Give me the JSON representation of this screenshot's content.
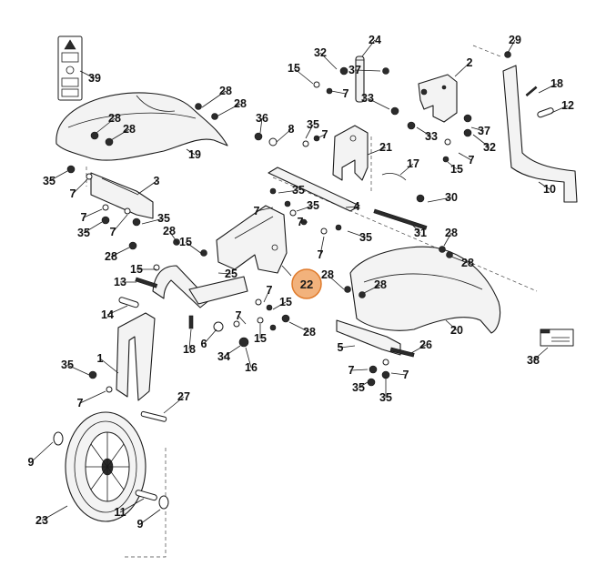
{
  "highlighted_part": "22",
  "colors": {
    "highlight_fill": "#f2b27c",
    "highlight_stroke": "#e07b2c",
    "line": "#1a1a1a"
  },
  "labels": [
    {
      "id": "l0",
      "text": "39"
    },
    {
      "id": "l1",
      "text": "28"
    },
    {
      "id": "l2",
      "text": "28"
    },
    {
      "id": "l3",
      "text": "28"
    },
    {
      "id": "l4",
      "text": "28"
    },
    {
      "id": "l5",
      "text": "19"
    },
    {
      "id": "l6",
      "text": "35"
    },
    {
      "id": "l7",
      "text": "7"
    },
    {
      "id": "l8",
      "text": "3"
    },
    {
      "id": "l9",
      "text": "7"
    },
    {
      "id": "l10",
      "text": "35"
    },
    {
      "id": "l11",
      "text": "7"
    },
    {
      "id": "l12",
      "text": "35"
    },
    {
      "id": "l13",
      "text": "28"
    },
    {
      "id": "l14",
      "text": "15"
    },
    {
      "id": "l15",
      "text": "28"
    },
    {
      "id": "l16",
      "text": "15"
    },
    {
      "id": "l17",
      "text": "13"
    },
    {
      "id": "l18",
      "text": "25"
    },
    {
      "id": "l19",
      "text": "14"
    },
    {
      "id": "l20",
      "text": "1"
    },
    {
      "id": "l21",
      "text": "18"
    },
    {
      "id": "l22",
      "text": "6"
    },
    {
      "id": "l23",
      "text": "34"
    },
    {
      "id": "l24",
      "text": "16"
    },
    {
      "id": "l25",
      "text": "15"
    },
    {
      "id": "l26",
      "text": "28"
    },
    {
      "id": "l27",
      "text": "7"
    },
    {
      "id": "l28",
      "text": "7"
    },
    {
      "id": "l29",
      "text": "15"
    },
    {
      "id": "l30",
      "text": "35"
    },
    {
      "id": "l31",
      "text": "7"
    },
    {
      "id": "l32",
      "text": "27"
    },
    {
      "id": "l33",
      "text": "9"
    },
    {
      "id": "l34",
      "text": "23"
    },
    {
      "id": "l35",
      "text": "11"
    },
    {
      "id": "l36",
      "text": "9"
    },
    {
      "id": "l37",
      "text": "32"
    },
    {
      "id": "l38",
      "text": "24"
    },
    {
      "id": "l39",
      "text": "15"
    },
    {
      "id": "l40",
      "text": "7"
    },
    {
      "id": "l41",
      "text": "37"
    },
    {
      "id": "l42",
      "text": "2"
    },
    {
      "id": "l43",
      "text": "33"
    },
    {
      "id": "l44",
      "text": "36"
    },
    {
      "id": "l45",
      "text": "8"
    },
    {
      "id": "l46",
      "text": "35"
    },
    {
      "id": "l47",
      "text": "7"
    },
    {
      "id": "l48",
      "text": "33"
    },
    {
      "id": "l49",
      "text": "37"
    },
    {
      "id": "l50",
      "text": "32"
    },
    {
      "id": "l51",
      "text": "21"
    },
    {
      "id": "l52",
      "text": "15"
    },
    {
      "id": "l53",
      "text": "7"
    },
    {
      "id": "l54",
      "text": "17"
    },
    {
      "id": "l55",
      "text": "29"
    },
    {
      "id": "l56",
      "text": "18"
    },
    {
      "id": "l57",
      "text": "12"
    },
    {
      "id": "l58",
      "text": "10"
    },
    {
      "id": "l59",
      "text": "35"
    },
    {
      "id": "l60",
      "text": "7"
    },
    {
      "id": "l61",
      "text": "35"
    },
    {
      "id": "l62",
      "text": "7"
    },
    {
      "id": "l63",
      "text": "4"
    },
    {
      "id": "l64",
      "text": "30"
    },
    {
      "id": "l65",
      "text": "7"
    },
    {
      "id": "l66",
      "text": "35"
    },
    {
      "id": "l67",
      "text": "31"
    },
    {
      "id": "l68",
      "text": "28"
    },
    {
      "id": "l69",
      "text": "28"
    },
    {
      "id": "l70",
      "text": "28"
    },
    {
      "id": "l71",
      "text": "28"
    },
    {
      "id": "l72",
      "text": "20"
    },
    {
      "id": "l73",
      "text": "5"
    },
    {
      "id": "l74",
      "text": "26"
    },
    {
      "id": "l75",
      "text": "7"
    },
    {
      "id": "l76",
      "text": "7"
    },
    {
      "id": "l77",
      "text": "35"
    },
    {
      "id": "l78",
      "text": "35"
    },
    {
      "id": "l79",
      "text": "38"
    }
  ]
}
